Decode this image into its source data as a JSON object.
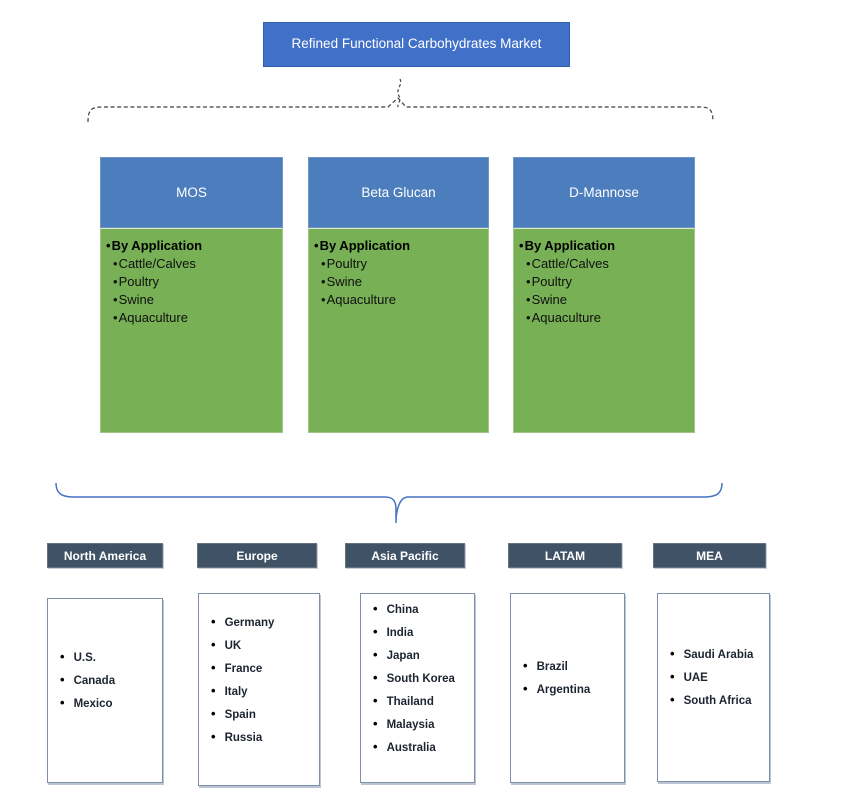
{
  "title": "Refined Functional Carbohydrates Market",
  "colors": {
    "title_blue": "#4170C8",
    "category_header_blue": "#4C7DBD",
    "category_body_green": "#77B055",
    "region_header_slate": "#3F5266",
    "brace_blue": "#4472C4",
    "dashed_connector": "#3F3F3F"
  },
  "categories": [
    {
      "name": "MOS",
      "section_label": "By Application",
      "items": [
        "Cattle/Calves",
        "Poultry",
        "Swine",
        "Aquaculture"
      ]
    },
    {
      "name": "Beta Glucan",
      "section_label": "By Application",
      "items": [
        "Poultry",
        "Swine",
        "Aquaculture"
      ]
    },
    {
      "name": "D-Mannose",
      "section_label": "By Application",
      "items": [
        "Cattle/Calves",
        "Poultry",
        "Swine",
        "Aquaculture"
      ]
    }
  ],
  "regions": [
    {
      "name": "North America",
      "countries": [
        "U.S.",
        "Canada",
        "Mexico"
      ]
    },
    {
      "name": "Europe",
      "countries": [
        "Germany",
        "UK",
        "France",
        "Italy",
        "Spain",
        "Russia"
      ]
    },
    {
      "name": "Asia Pacific",
      "countries": [
        "China",
        "India",
        "Japan",
        "South Korea",
        "Thailand",
        "Malaysia",
        "Australia"
      ]
    },
    {
      "name": "LATAM",
      "countries": [
        "Brazil",
        "Argentina"
      ]
    },
    {
      "name": "MEA",
      "countries": [
        "Saudi Arabia",
        "UAE",
        "South Africa"
      ]
    }
  ]
}
